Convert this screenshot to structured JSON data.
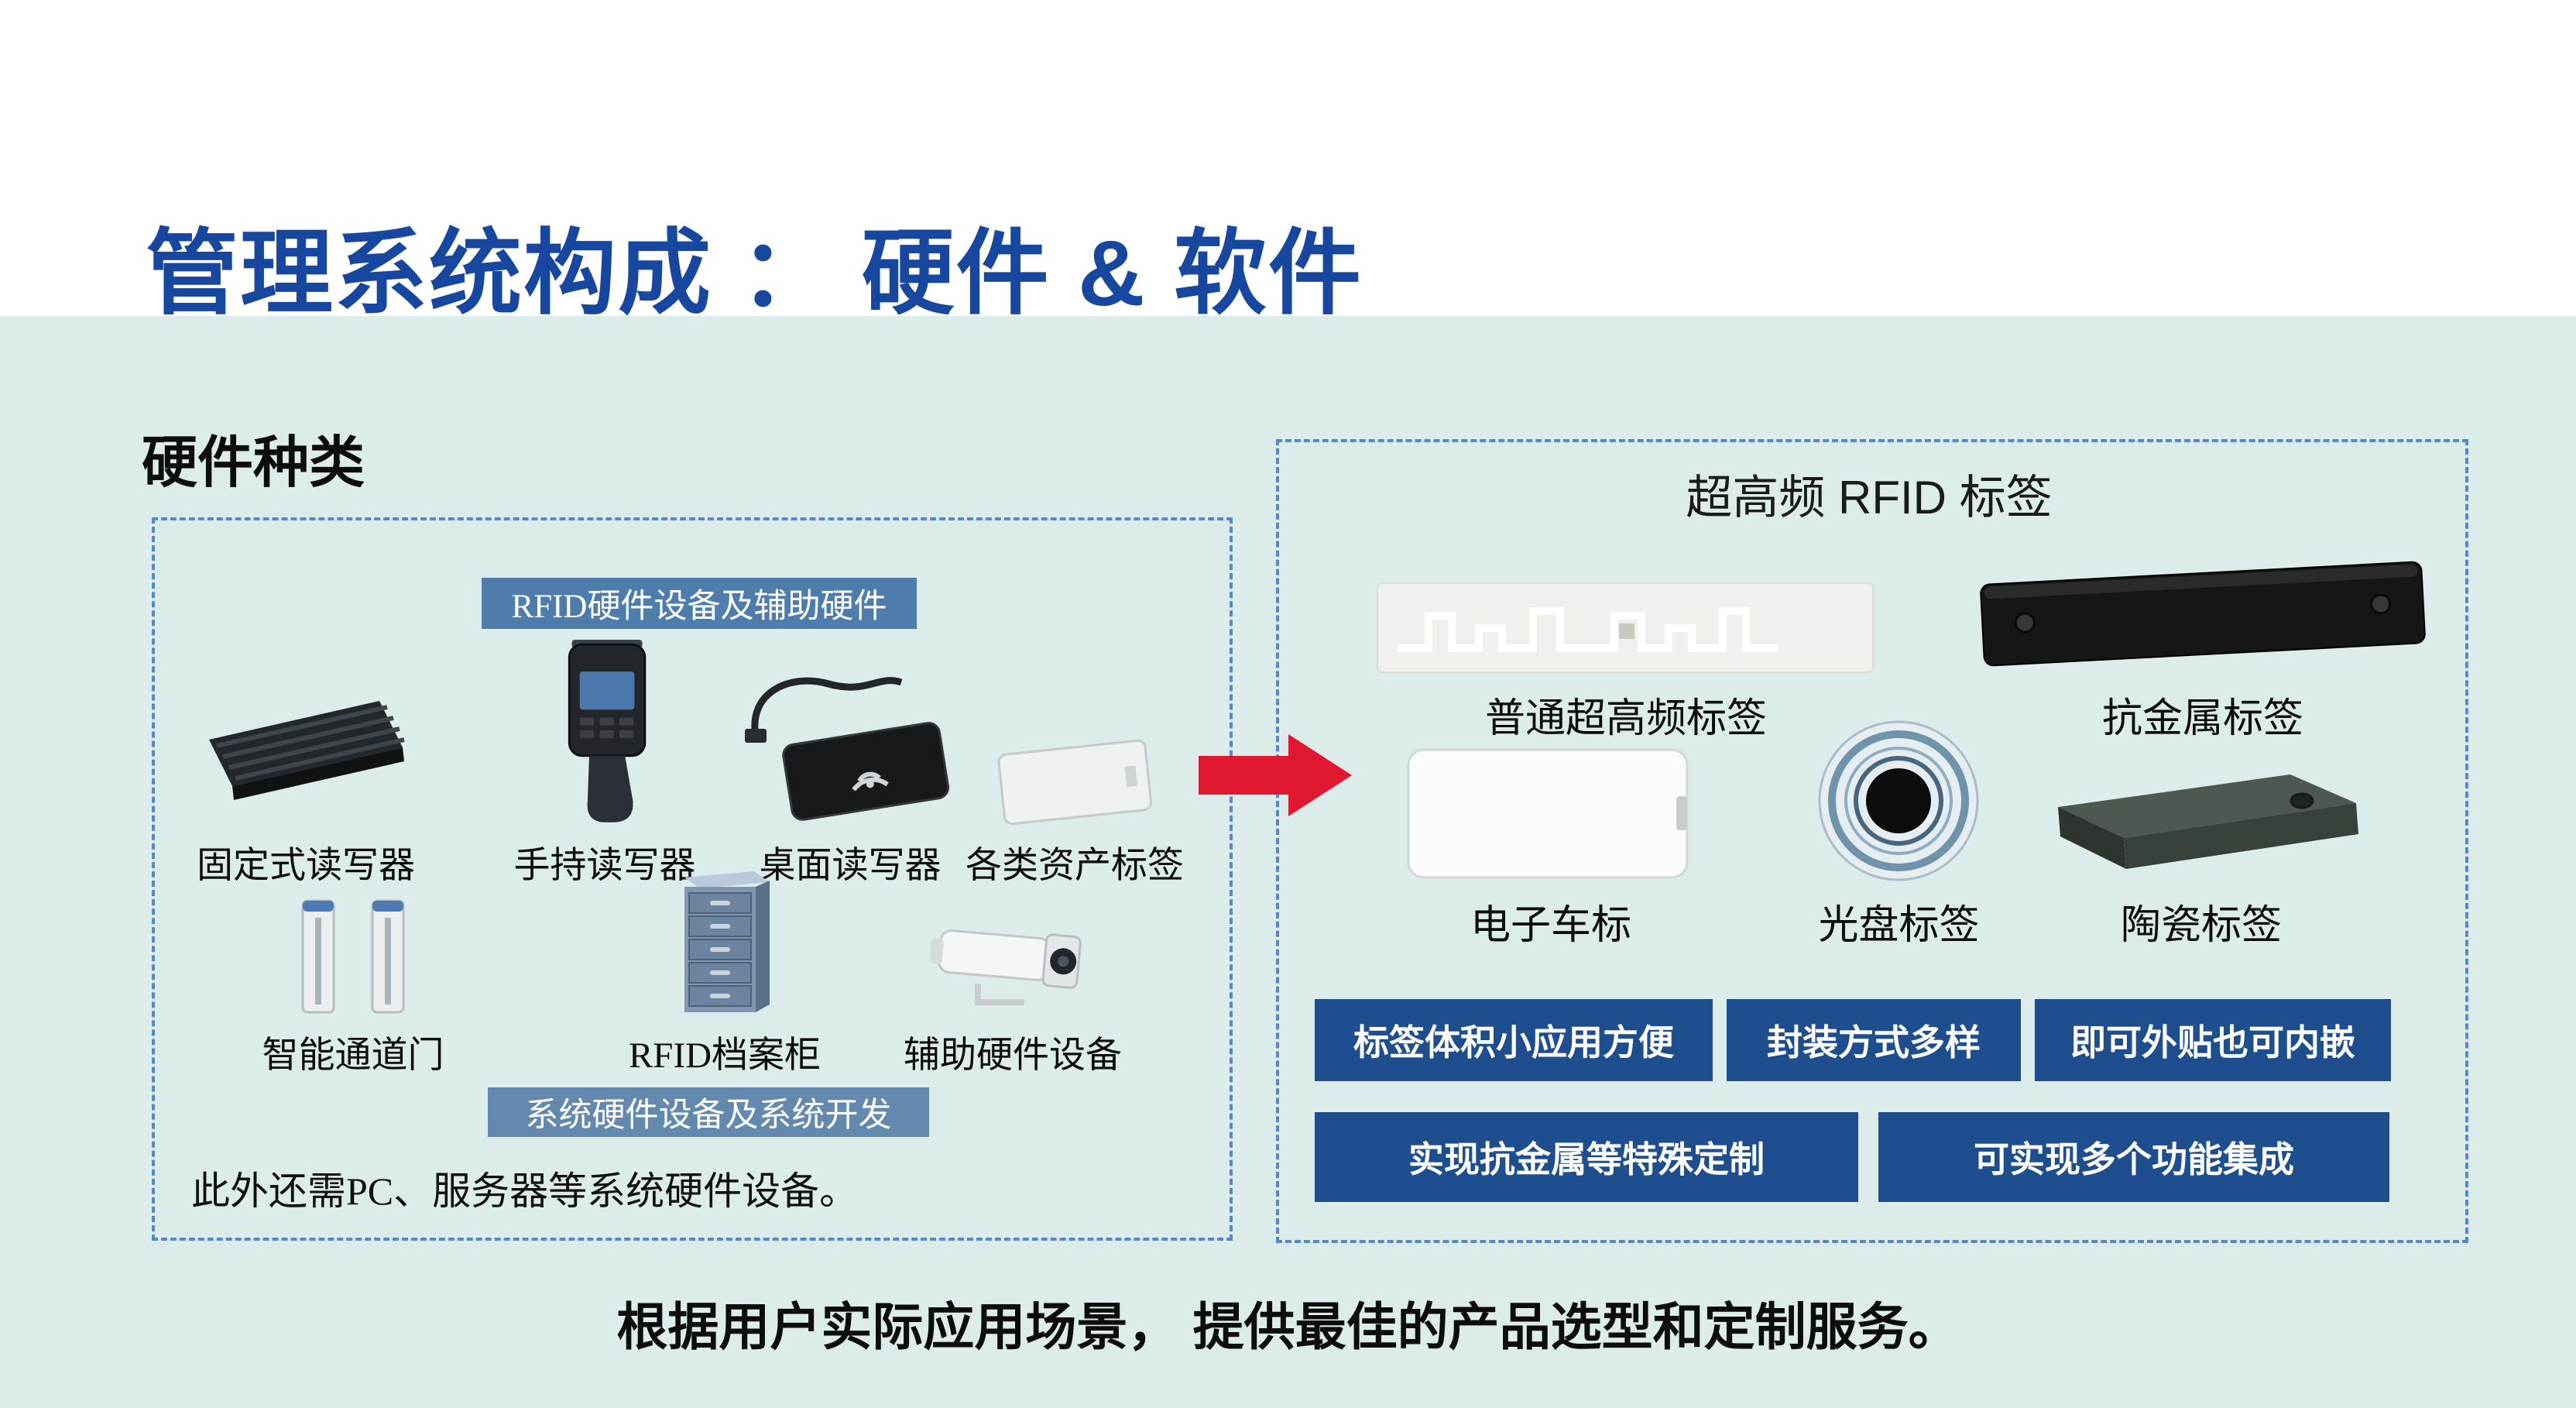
{
  "title": "管理系统构成 ： 硬件 & 软件",
  "hardware": {
    "heading": "硬件种类",
    "top_label": "RFID硬件设备及辅助硬件",
    "bottom_label": "系统硬件设备及系统开发",
    "note": "此外还需PC、服务器等系统硬件设备。",
    "devices_row1": [
      {
        "name": "fixed-reader",
        "label": "固定式读写器"
      },
      {
        "name": "handheld-reader",
        "label": "手持读写器"
      },
      {
        "name": "desktop-reader",
        "label": "桌面读写器"
      },
      {
        "name": "asset-tags",
        "label": "各类资产标签"
      }
    ],
    "devices_row2": [
      {
        "name": "smart-gate",
        "label": "智能通道门"
      },
      {
        "name": "rfid-cabinet",
        "label": "RFID档案柜"
      },
      {
        "name": "auxiliary-device",
        "label": "辅助硬件设备"
      }
    ]
  },
  "tags": {
    "heading": "超高频 RFID 标签",
    "row1": [
      {
        "name": "uhf-inlay",
        "label": "普通超高频标签"
      },
      {
        "name": "anti-metal-tag",
        "label": "抗金属标签"
      }
    ],
    "row2": [
      {
        "name": "vehicle-tag",
        "label": "电子车标"
      },
      {
        "name": "disc-tag",
        "label": "光盘标签"
      },
      {
        "name": "ceramic-tag",
        "label": "陶瓷标签"
      }
    ],
    "badges": [
      "标签体积小应用方便",
      "封装方式多样",
      "即可外贴也可内嵌",
      "实现抗金属等特殊定制",
      "可实现多个功能集成"
    ]
  },
  "footer": "根据用户实际应用场景， 提供最佳的产品选型和定制服务。",
  "colors": {
    "title_blue": "#17479E",
    "background_teal": "#DBECEA",
    "dashed_border": "#5488C8",
    "label_blue": "#4E7DAC",
    "label_blue_light": "#6389AE",
    "badge_blue": "#1F4E8E",
    "arrow_red": "#E01931"
  }
}
